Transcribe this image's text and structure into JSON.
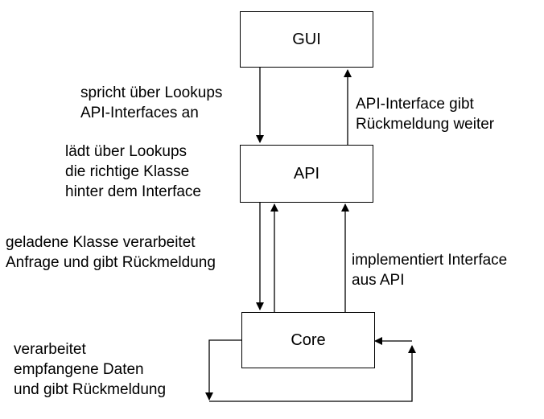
{
  "boxes": {
    "gui": "GUI",
    "api": "API",
    "core": "Core"
  },
  "labels": {
    "gui_to_api": [
      "spricht über Lookups",
      "API-Interfaces an"
    ],
    "api_to_gui": [
      "API-Interface gibt",
      "Rückmeldung weiter"
    ],
    "api_loads_class": [
      "lädt über Lookups",
      "die richtige Klasse",
      "hinter dem Interface"
    ],
    "api_to_core": [
      "geladene Klasse verarbeitet",
      "Anfrage und gibt Rückmeldung"
    ],
    "core_to_api": [
      "implementiert Interface",
      "aus API"
    ],
    "core_loop": [
      "verarbeitet",
      "empfangene Daten",
      "und gibt Rückmeldung"
    ]
  }
}
